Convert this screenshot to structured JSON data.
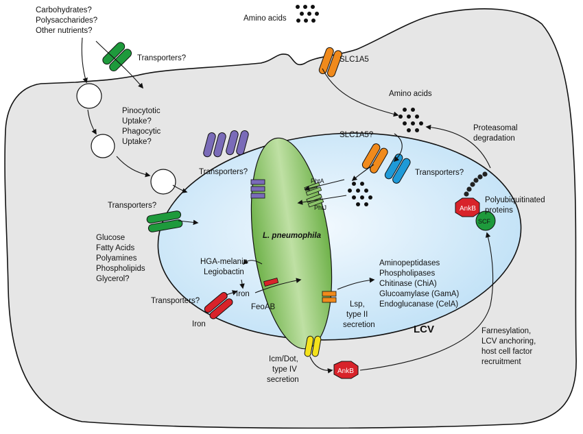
{
  "labels": {
    "nutrients": [
      "Carbohydrates?",
      "Polysaccharides?",
      "Other nutrients?"
    ],
    "transporters_top": "Transporters?",
    "amino_acids_top": "Amino acids",
    "slc1a5": "SLC1A5",
    "amino_acids_mid": "Amino acids",
    "pinocytic": [
      "Pinocytotic",
      "Uptake?",
      "Phagocytic",
      "Uptake?"
    ],
    "slc1a5q": "SLC1A5?",
    "transporters_lcv_right": "Transporters?",
    "proteasomal": [
      "Proteasomal",
      "degradation"
    ],
    "transporters_lcv_left": "Transporters?",
    "phta": "PhtA",
    "phtj": "PhtJ",
    "polyubiq": [
      "Polyubiquitinated",
      "proteins"
    ],
    "ankb_top": "AnkB",
    "scf": "SCF",
    "transporters_membrane": "Transporters?",
    "lipids": [
      "Glucose",
      "Fatty Acids",
      "Polyamines",
      "Phospholipids",
      "Glycerol?"
    ],
    "l_pneumophila": "L. pneumophila",
    "hga": [
      "HGA-melanin",
      "Legiobactin"
    ],
    "iron_inner": "Iron",
    "feoab": "FeoAB",
    "transporters_iron": "Transporters?",
    "iron_outer": "Iron",
    "enzymes": [
      "Aminopeptidases",
      "Phospholipases",
      "Chitinase (ChiA)",
      "Glucoamylase (GamA)",
      "Endoglucanase (CelA)"
    ],
    "lsp": [
      "Lsp,",
      "type II",
      "secretion"
    ],
    "lcv": "LCV",
    "icm": [
      "Icm/Dot,",
      "type IV",
      "secretion"
    ],
    "ankb_bottom": "AnkB",
    "farnesylation": [
      "Farnesylation,",
      "LCV anchoring,",
      "host cell factor",
      "recruitment"
    ]
  },
  "colors": {
    "cell_fill": "#e6e6e6",
    "lcv_fill": "#cfe8f8",
    "bacterium_fill": "#8cc46a",
    "transporter_green": "#1e9a3c",
    "transporter_orange": "#f08a1c",
    "transporter_blue": "#1f9ad8",
    "transporter_purple": "#7a6bb8",
    "transporter_red": "#d8232a",
    "transporter_yellow": "#f4e21c"
  }
}
